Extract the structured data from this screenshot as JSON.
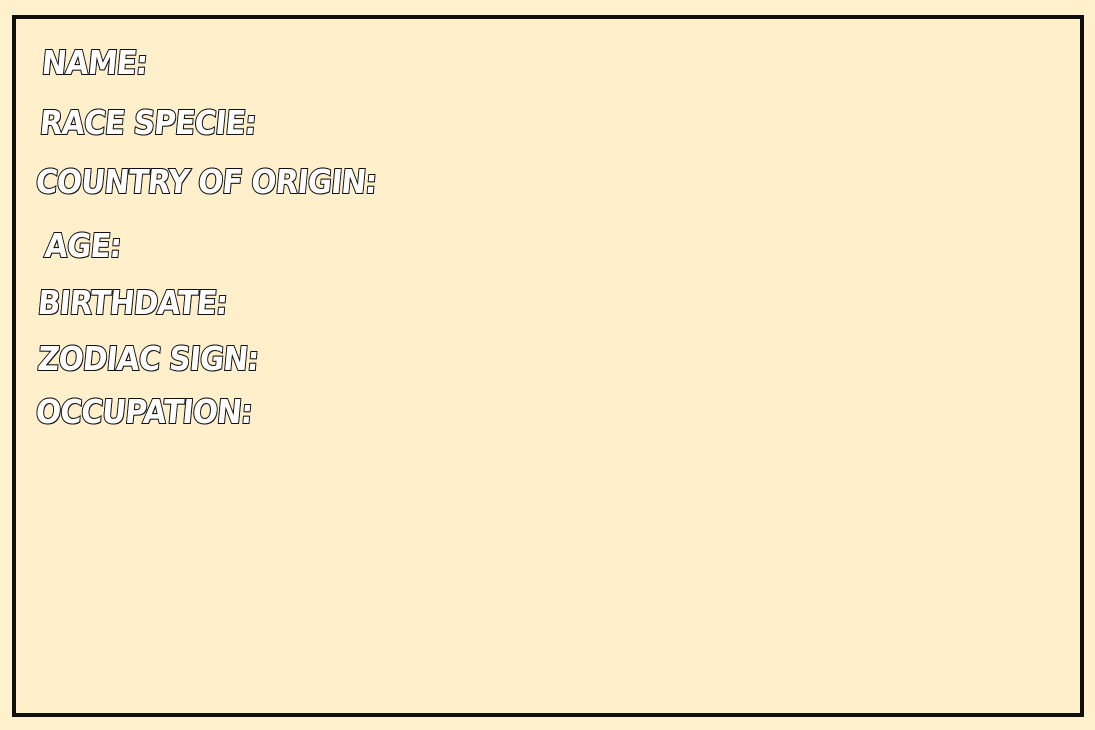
{
  "fields": [
    {
      "label": "Name:"
    },
    {
      "label": "Race Specie:"
    },
    {
      "label": "Country of Origin:"
    },
    {
      "label": "Age:"
    },
    {
      "label": "Birthdate:"
    },
    {
      "label": "Zodiac Sign:"
    },
    {
      "label": "Occupation:"
    }
  ],
  "colors": {
    "background": "#fff1cc",
    "border": "#0f0f0f",
    "text_fill": "#ffffff",
    "text_outline": "#111111"
  }
}
